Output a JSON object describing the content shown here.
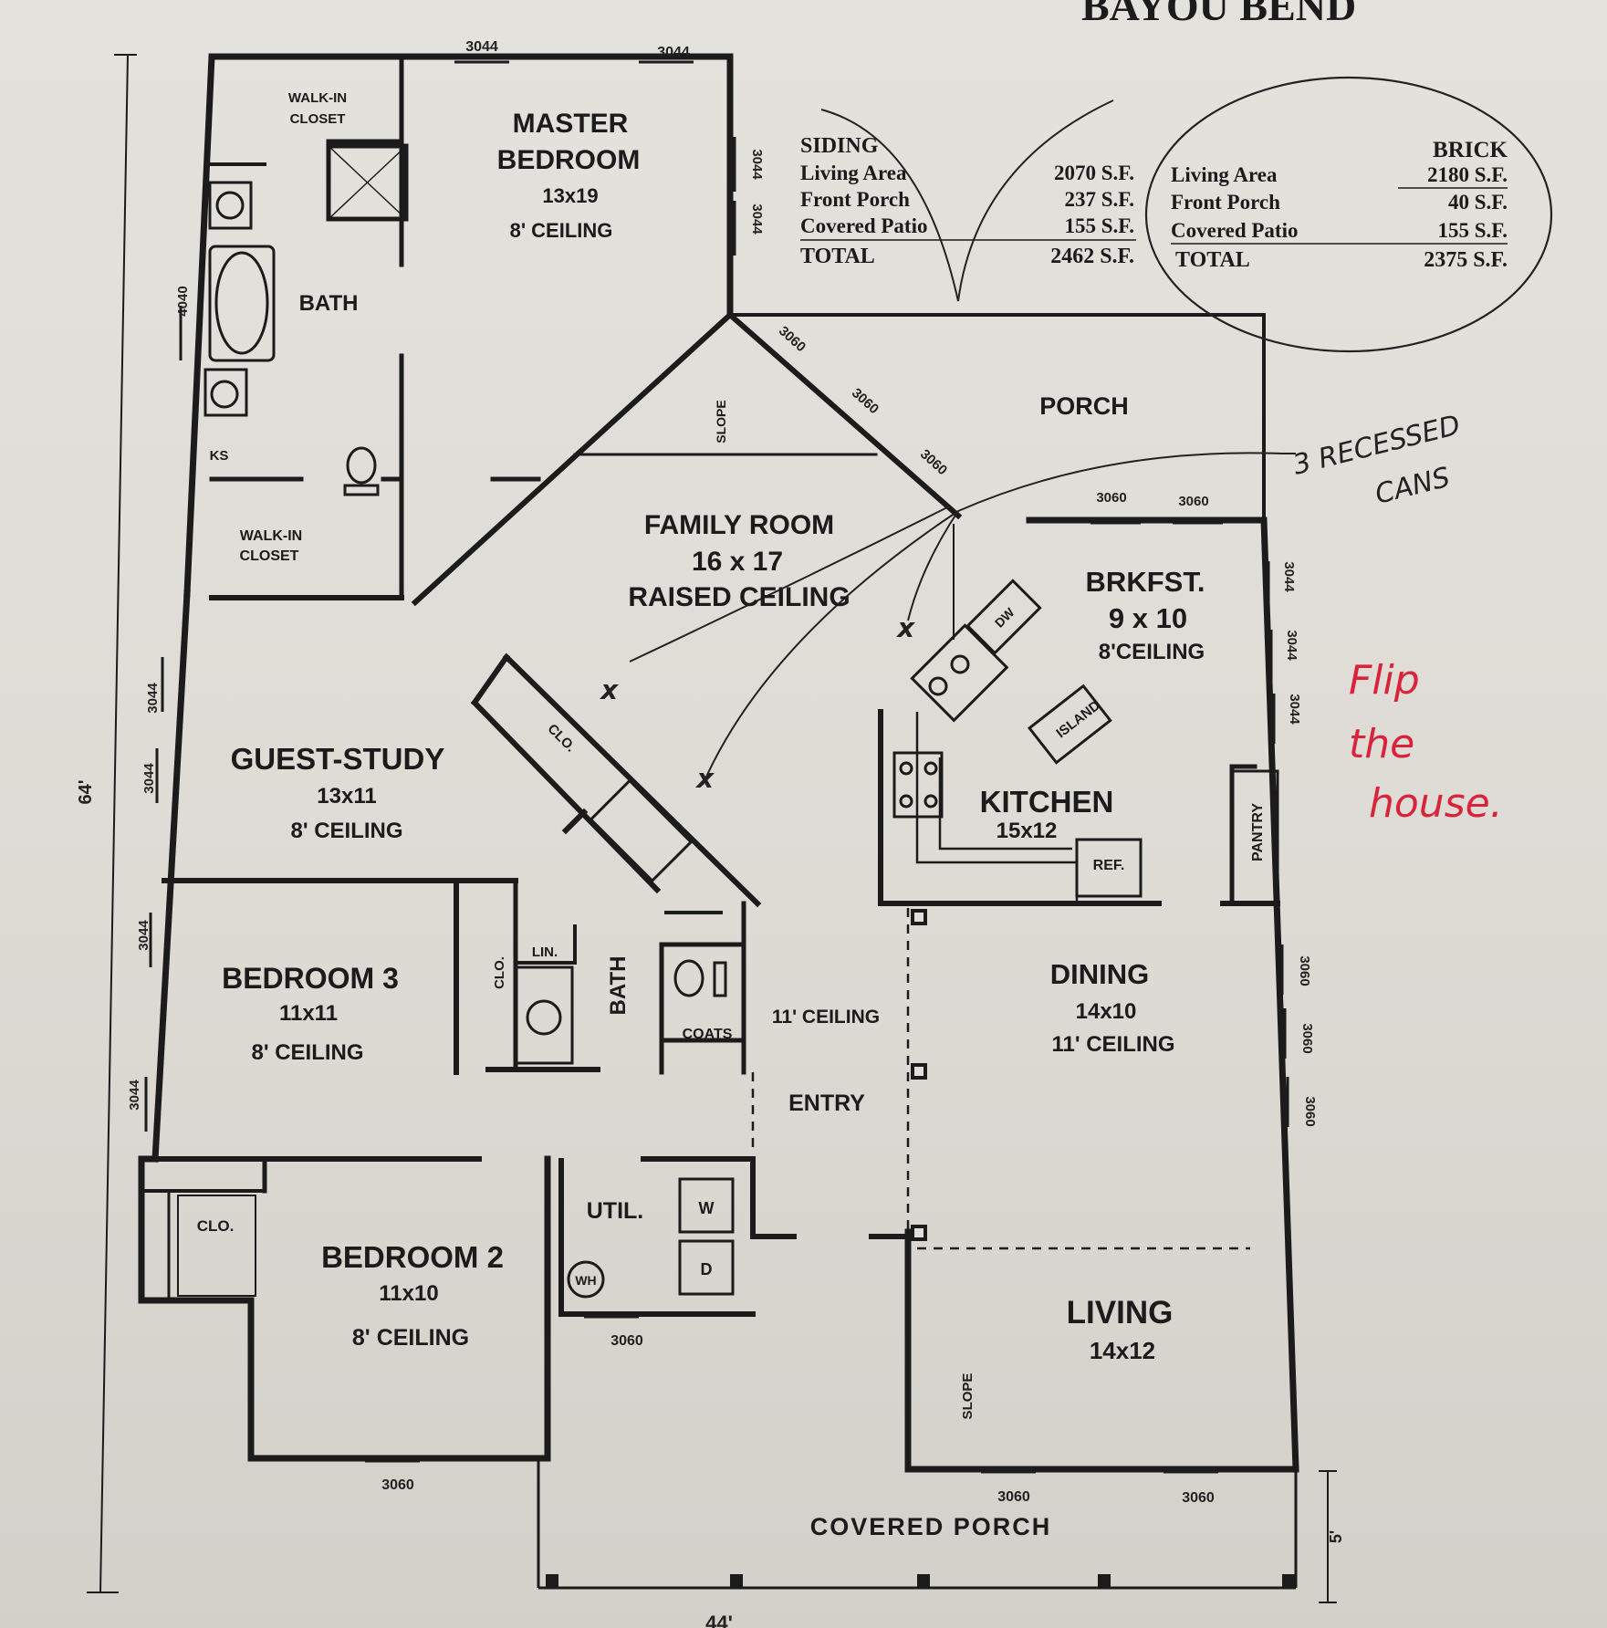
{
  "header": {
    "title_partial": "BAYOU BEND"
  },
  "rooms": {
    "master": {
      "name1": "MASTER",
      "name2": "BEDROOM",
      "size": "13x19",
      "ceiling": "8' CEILING"
    },
    "walkin_closet_top": {
      "line1": "WALK-IN",
      "line2": "CLOSET"
    },
    "master_bath": "BATH",
    "ks": "KS",
    "walkin_closet_bottom": {
      "line1": "WALK-IN",
      "line2": "CLOSET"
    },
    "family": {
      "name": "FAMILY ROOM",
      "size": "16 x 17",
      "ceiling": "RAISED CEILING"
    },
    "porch_back": "PORCH",
    "slope_top": "SLOPE",
    "brkfst": {
      "name": "BRKFST.",
      "size": "9 x 10",
      "ceiling": "8'CEILING"
    },
    "island": "ISLAND",
    "dw": "DW",
    "kitchen": {
      "name": "KITCHEN",
      "size": "15x12"
    },
    "ref": "REF.",
    "pantry": "PANTRY",
    "guest": {
      "name": "GUEST-STUDY",
      "size": "13x11",
      "ceiling": "8' CEILING"
    },
    "clo_guest": "CLO.",
    "bedroom3": {
      "name": "BEDROOM 3",
      "size": "11x11",
      "ceiling": "8' CEILING"
    },
    "clo_bed3": "CLO.",
    "lin": "LIN.",
    "bath2": "BATH",
    "coats": "COATS",
    "entry": {
      "name": "ENTRY",
      "ceiling": "11' CEILING"
    },
    "dining": {
      "name": "DINING",
      "size": "14x10",
      "ceiling": "11' CEILING"
    },
    "bedroom2": {
      "name": "BEDROOM 2",
      "size": "11x10",
      "ceiling": "8' CEILING"
    },
    "clo_bed2": "CLO.",
    "util": "UTIL.",
    "washer": "W",
    "dryer": "D",
    "wh": "WH",
    "living": {
      "name": "LIVING",
      "size": "14x12"
    },
    "slope_living": "SLOPE",
    "covered_porch": "COVERED PORCH"
  },
  "dimensions": {
    "depth": "64'",
    "width": "44'",
    "porch_depth": "5'",
    "w3044": "3044",
    "w3060": "3060",
    "w4040": "4040"
  },
  "area_table": {
    "siding": {
      "heading": "SIDING",
      "rows": [
        {
          "label": "Living Area",
          "value": "2070 S.F."
        },
        {
          "label": "Front Porch",
          "value": "237 S.F."
        },
        {
          "label": "Covered Patio",
          "value": "155 S.F."
        }
      ],
      "total_label": "TOTAL",
      "total_value": "2462 S.F."
    },
    "brick": {
      "heading": "BRICK",
      "rows": [
        {
          "label": "Living Area",
          "value": "2180 S.F."
        },
        {
          "label": "Front Porch",
          "value": "40 S.F."
        },
        {
          "label": "Covered Patio",
          "value": "155 S.F."
        }
      ],
      "total_label": "TOTAL",
      "total_value": "2375 S.F."
    }
  },
  "annotations": {
    "cans_line1": "3 RECESSED",
    "cans_line2": "CANS",
    "flip_line1": "Flip",
    "flip_line2": "the",
    "flip_line3": "house."
  },
  "colors": {
    "ink": "#1b1b1b",
    "paper": "#e2dfda",
    "red_note": "#d8233a"
  }
}
